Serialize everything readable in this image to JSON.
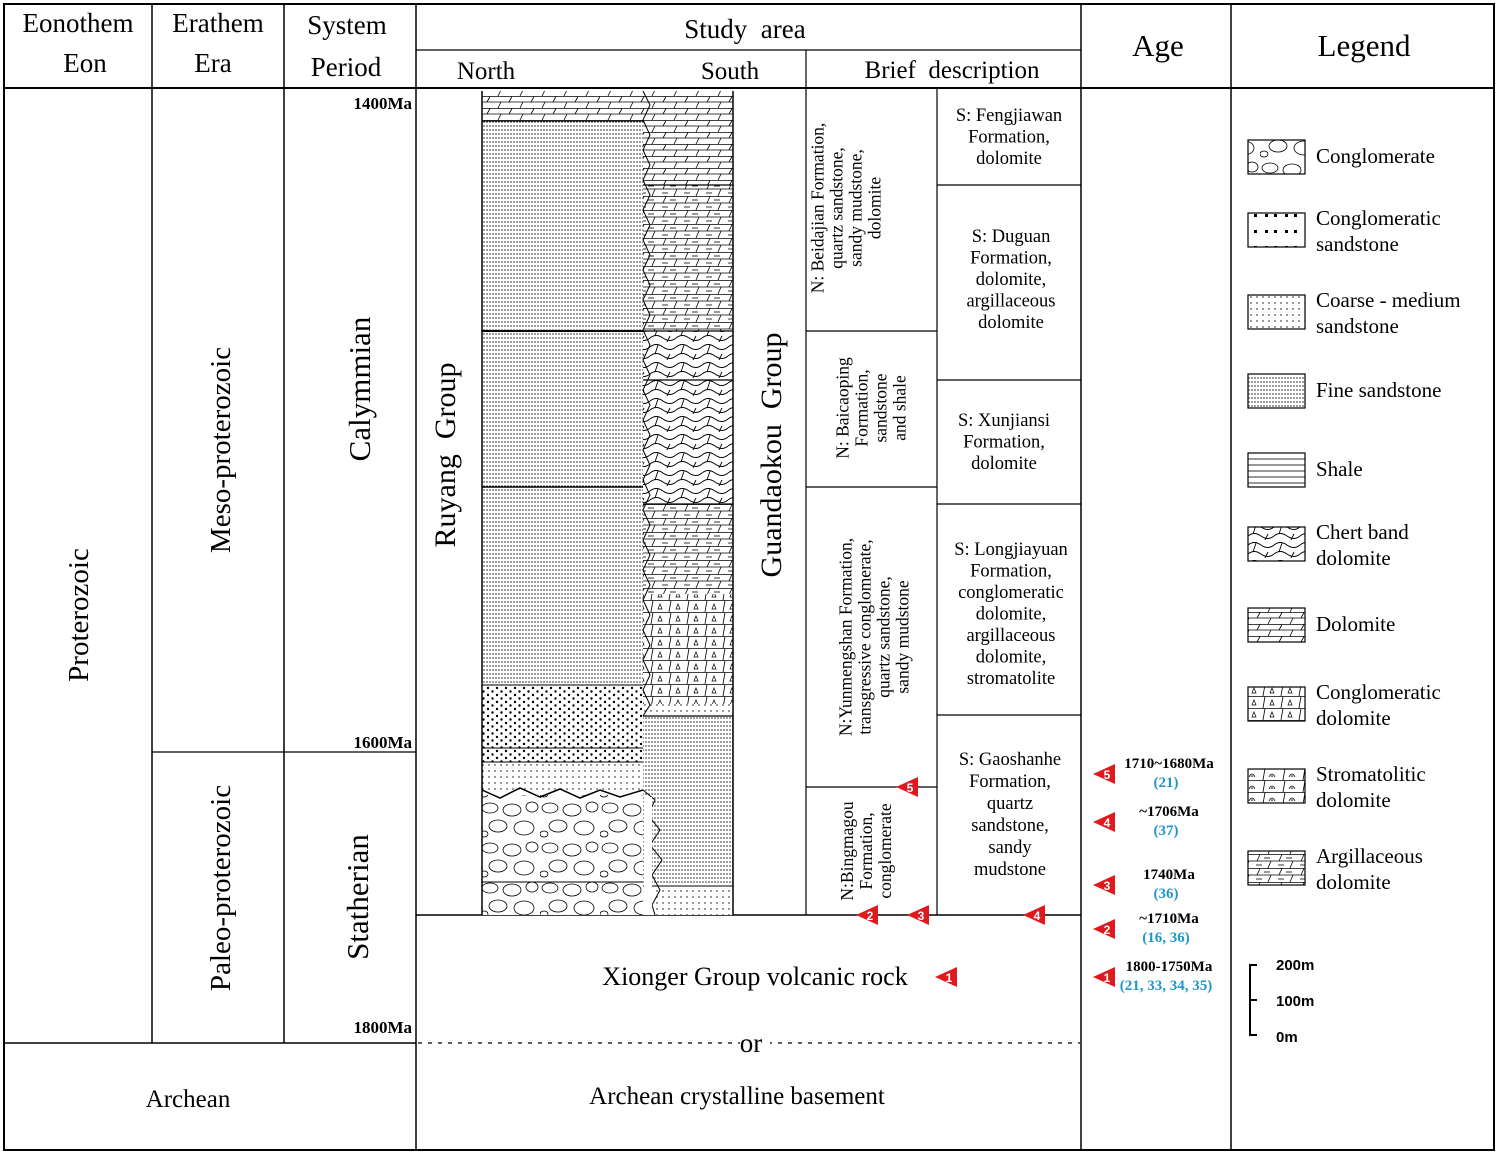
{
  "header": {
    "eonothem": "Eonothem",
    "eon": "Eon",
    "erathem": "Erathem",
    "era": "Era",
    "system": "System",
    "period": "Period",
    "study_area": "Study  area",
    "north": "North",
    "south": "South",
    "brief_description": "Brief  description",
    "age": "Age",
    "legend": "Legend"
  },
  "eon": {
    "proterozoic": "Proterozoic",
    "archean": "Archean"
  },
  "era": {
    "meso": "Meso-proterozoic",
    "paleo": "Paleo-proterozoic"
  },
  "period": {
    "calymmian": "Calymmian",
    "statherian": "Statherian"
  },
  "ages": {
    "a1400": "1400Ma",
    "a1600": "1600Ma",
    "a1800": "1800Ma"
  },
  "groups": {
    "ruyang": "Ruyang  Group",
    "guandaokou": "Guandaokou  Group"
  },
  "north_desc": {
    "beidajian": [
      "N: Beidajian Formation,",
      "quartz sandstone,",
      "sandy mudstone,",
      "dolomite"
    ],
    "baicaoping": [
      "N: Baicaoping",
      "Formation,",
      "sandstone",
      "and shale"
    ],
    "yunmengshan": [
      "N:Yunmengshan Formation,",
      "transgressive conglomerate,",
      "quartz sandstone,",
      "sandy mudstone"
    ],
    "bingmagou": [
      "N:Bingmagou",
      "Formation,",
      "conglomerate"
    ]
  },
  "south_desc": {
    "fengjiawan": [
      "S: Fengjiawan",
      "Formation,",
      "dolomite"
    ],
    "duguan": [
      "S: Duguan",
      "Formation,",
      "dolomite,",
      "argillaceous",
      "dolomite"
    ],
    "xunjiansi": [
      "S: Xunjiansi",
      "Formation,",
      "dolomite"
    ],
    "longjiayuan": [
      "S: Longjiayuan",
      "Formation,",
      "conglomeratic",
      "dolomite,",
      "argillaceous",
      "dolomite,",
      "stromatolite"
    ],
    "gaoshanhe": [
      "S: Gaoshanhe",
      "Formation,",
      "quartz",
      "sandstone,",
      "sandy",
      "mudstone"
    ]
  },
  "basement": {
    "xionger": "Xionger Group volcanic rock",
    "or": "or",
    "archean_basement": "Archean crystalline basement"
  },
  "markers": [
    "1",
    "2",
    "3",
    "4",
    "5"
  ],
  "age_entries": [
    {
      "num": "5",
      "age": "1710~1680Ma",
      "ref": "(21)"
    },
    {
      "num": "4",
      "age": "~1706Ma",
      "ref": "(37)"
    },
    {
      "num": "3",
      "age": "1740Ma",
      "ref": "(36)"
    },
    {
      "num": "2",
      "age": "~1710Ma",
      "ref": "(16, 36)"
    },
    {
      "num": "1",
      "age": "1800-1750Ma",
      "ref": "(21, 33, 34, 35)"
    }
  ],
  "legend_items": [
    [
      "Conglomerate"
    ],
    [
      "Conglomeratic",
      "sandstone"
    ],
    [
      "Coarse - medium",
      "sandstone"
    ],
    [
      "Fine sandstone"
    ],
    [
      "Shale"
    ],
    [
      "Chert band",
      "dolomite"
    ],
    [
      "Dolomite"
    ],
    [
      "Conglomeratic",
      "dolomite"
    ],
    [
      "Stromatolitic",
      "dolomite"
    ],
    [
      "Argillaceous",
      "dolomite"
    ]
  ],
  "scale": {
    "s200": "200m",
    "s100": "100m",
    "s0": "0m"
  },
  "colors": {
    "marker_red": "#e0191f",
    "reference_blue": "#2196c9"
  }
}
